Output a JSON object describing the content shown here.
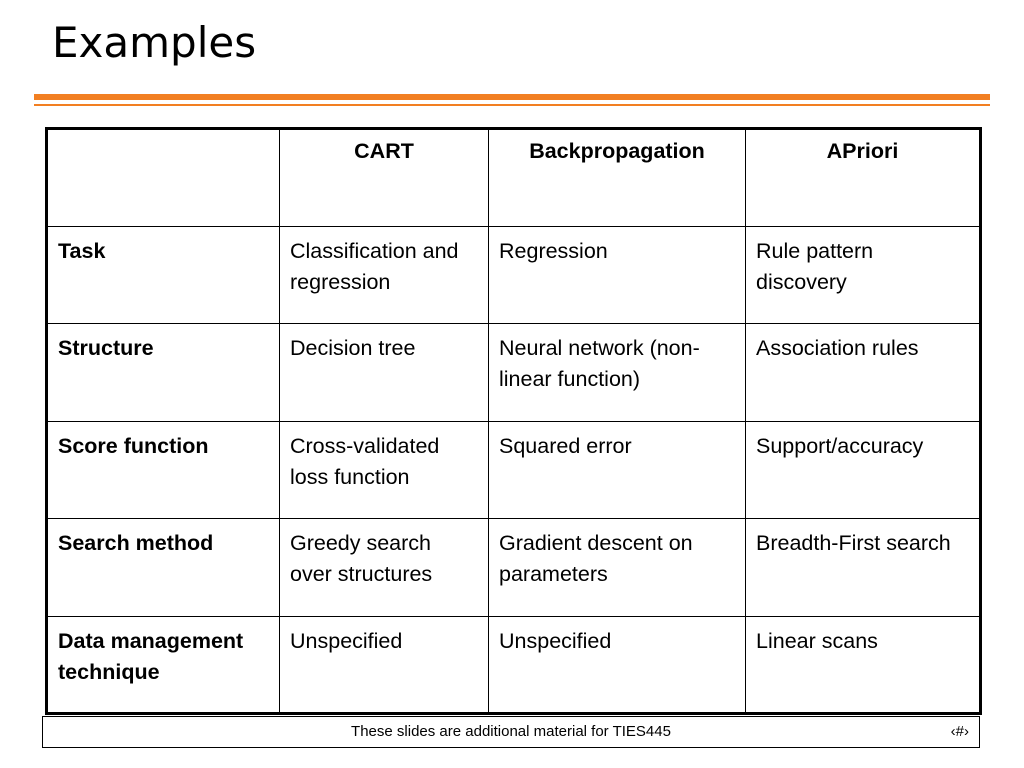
{
  "slide": {
    "title": "Examples"
  },
  "table": {
    "header": [
      "",
      "CART",
      "Backpropagation",
      "APriori"
    ],
    "rows": [
      [
        "Task",
        "Classification and regression",
        "Regression",
        "Rule pattern discovery"
      ],
      [
        "Structure",
        "Decision tree",
        "Neural network (non-linear function)",
        "Association rules"
      ],
      [
        "Score function",
        "Cross-validated loss function",
        "Squared error",
        "Support/accuracy"
      ],
      [
        "Search method",
        "Greedy search over structures",
        "Gradient descent on parameters",
        "Breadth-First search"
      ],
      [
        "Data management technique",
        "Unspecified",
        "Unspecified",
        "Linear scans"
      ]
    ]
  },
  "footer": {
    "text": "These slides are additional material for TIES445",
    "page": "‹#›"
  },
  "colors": {
    "accent": "#f27f22"
  }
}
